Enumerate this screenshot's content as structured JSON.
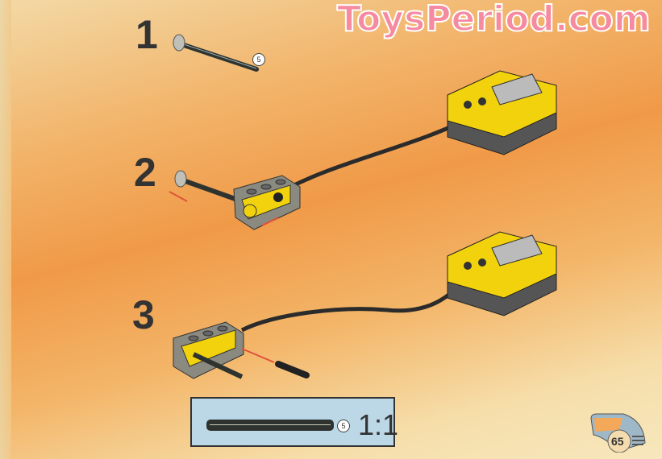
{
  "watermark": "ToysPeriod.com",
  "steps": [
    {
      "number": "1",
      "quantity": "5"
    },
    {
      "number": "2"
    },
    {
      "number": "3"
    }
  ],
  "parts_callout": {
    "quantity": "5",
    "scale": "1:1"
  },
  "page_number": "65",
  "colors": {
    "accent_yellow": "#f2d20c",
    "brick_gray": "#8a8a80",
    "cable": "#2b2b2b",
    "arrow": "#e0523a",
    "callout_bg": "#bcd7e6"
  }
}
